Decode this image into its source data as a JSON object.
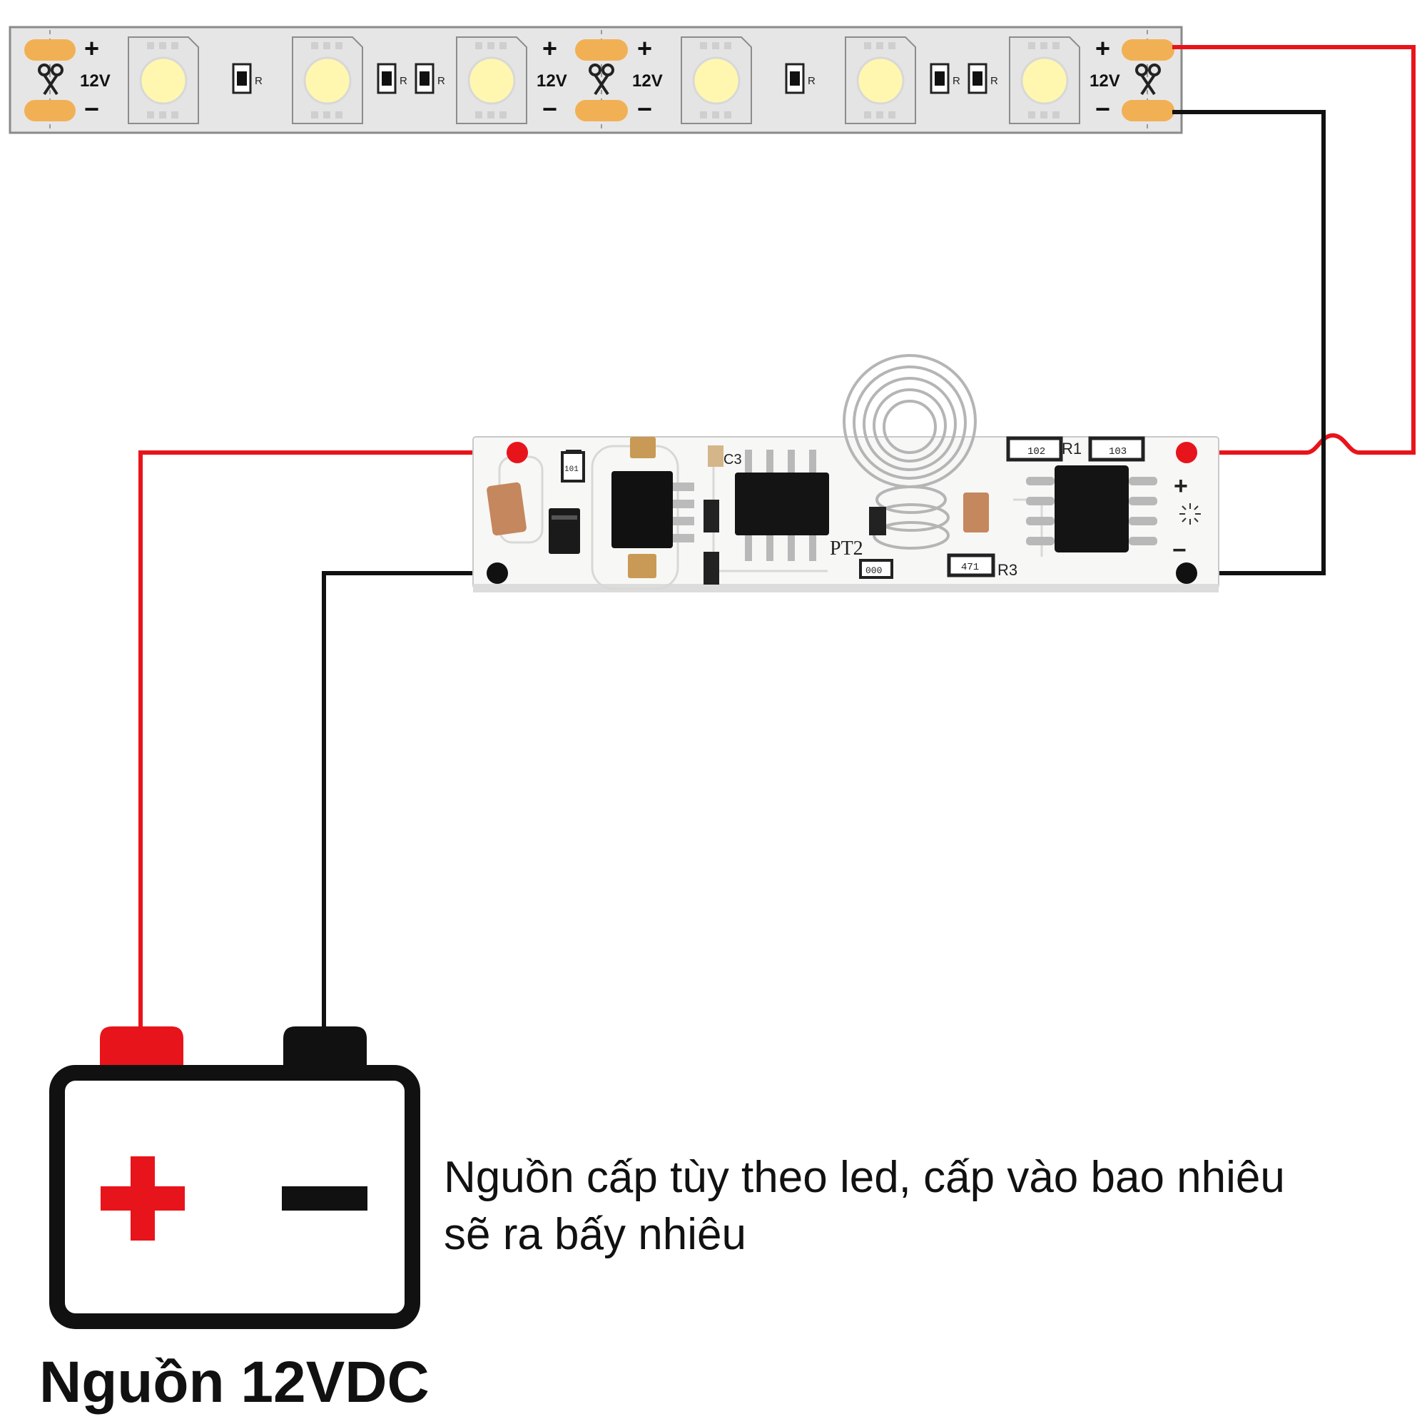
{
  "led_strip": {
    "voltage_label": "12V",
    "plus_sign": "+",
    "minus_sign": "−",
    "resistor_label": "R"
  },
  "controller": {
    "resistor_codes": [
      "102",
      "103",
      "471",
      "000",
      "101"
    ],
    "designators": [
      "R1",
      "R3",
      "PT2",
      "C3"
    ],
    "plus_mark": "+",
    "minus_mark": "−"
  },
  "battery": {
    "plus_symbol": "+",
    "minus_symbol": "−"
  },
  "note": {
    "line1": "Nguồn cấp tùy theo led, cấp vào bao nhiêu",
    "line2": "sẽ ra bấy nhiêu"
  },
  "title": "Nguồn 12VDC",
  "colors": {
    "positive_wire": "#e8141b",
    "negative_wire": "#111111",
    "strip_body": "#e6e6e6",
    "solder_pad": "#f2b055",
    "led_chip": "#fff7b0",
    "pcb": "#f7f7f5"
  }
}
